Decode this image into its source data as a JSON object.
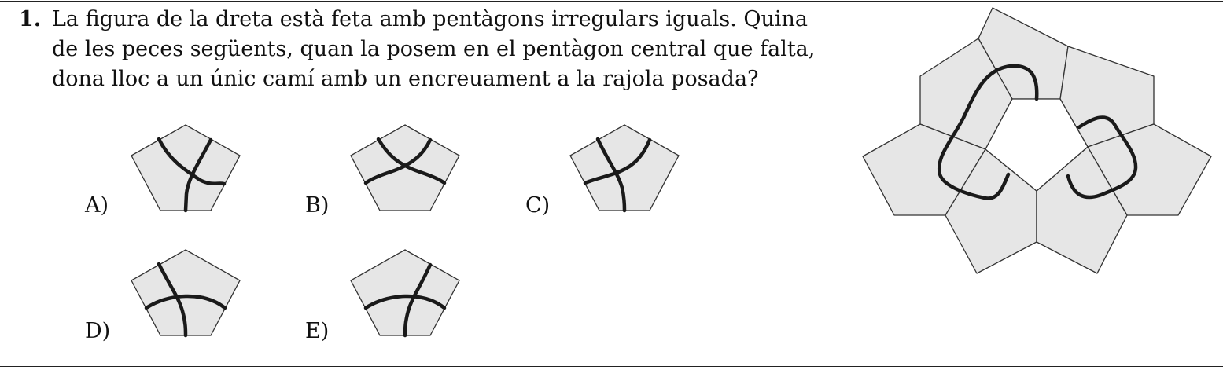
{
  "question": {
    "number": "1.",
    "lines": [
      "La figura de la dreta està feta amb pentàgons irregulars iguals. Quina",
      "de les peces següents, quan la posem en el pentàgon central que falta,",
      "dona lloc a un únic camí amb un encreuament a la rajola posada?"
    ]
  },
  "options": [
    {
      "label": "A)"
    },
    {
      "label": "B)"
    },
    {
      "label": "C)"
    },
    {
      "label": "D)"
    },
    {
      "label": "E)"
    }
  ],
  "colors": {
    "tile_fill": "#e6e6e6",
    "tile_stroke": "#333333",
    "path": "#1a1a1a"
  }
}
